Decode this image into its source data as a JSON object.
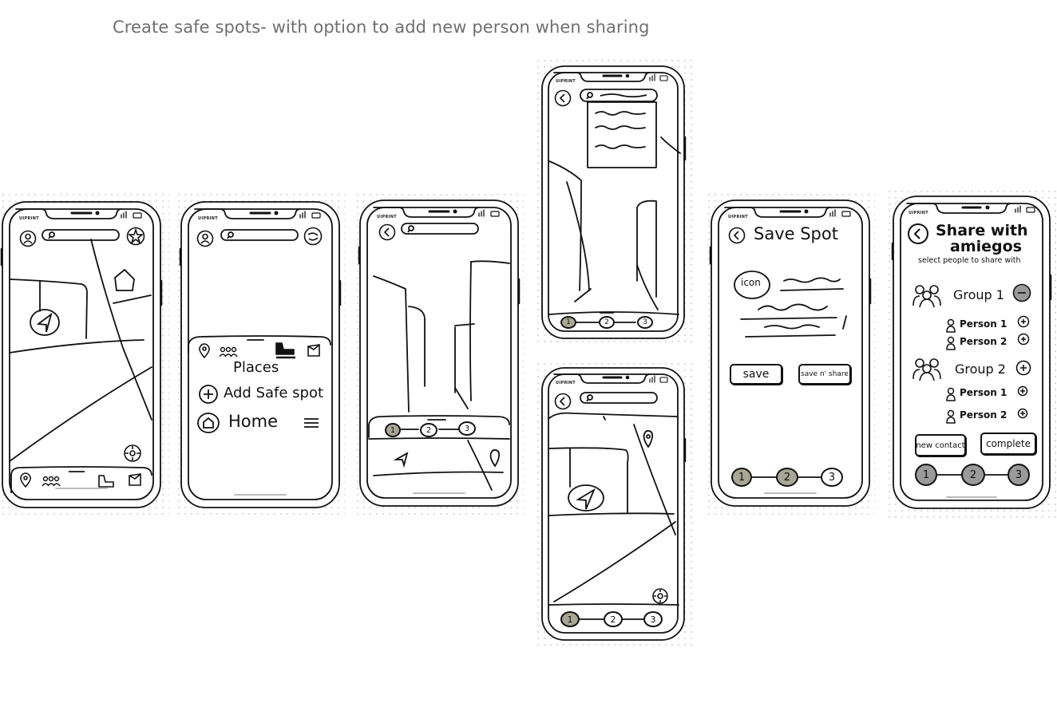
{
  "caption": "Create safe spots- with option to add new person when sharing",
  "brand": "UIPRINT",
  "screen2": {
    "sheet_title": "Places",
    "add_item": "Add Safe spot",
    "home_item": "Home"
  },
  "screen4": {
    "steps": [
      "1",
      "2",
      "3"
    ]
  },
  "screen5": {
    "steps": [
      "1",
      "2",
      "3"
    ]
  },
  "screen6": {
    "steps": [
      "1",
      "2",
      "3"
    ]
  },
  "save_screen": {
    "title": "Save Spot",
    "icon_label": "icon",
    "save_button": "save",
    "save_share_button": "save n' share",
    "steps": [
      "1",
      "2",
      "3"
    ]
  },
  "share_screen": {
    "title_line1": "Share with",
    "title_line2": "amiegos",
    "subtitle": "select people to share with",
    "groups": [
      {
        "name": "Group 1",
        "persons": [
          "Person 1",
          "Person 2"
        ]
      },
      {
        "name": "Group 2",
        "persons": [
          "Person 1",
          "Person 2"
        ]
      }
    ],
    "new_contact_button": "new contact",
    "complete_button": "complete",
    "steps": [
      "1",
      "2",
      "3"
    ]
  },
  "colors": {
    "sketch": "#111111",
    "step_active": "#a8a694",
    "step_dark": "#9a9a9a",
    "caption": "#6f6f6f"
  }
}
